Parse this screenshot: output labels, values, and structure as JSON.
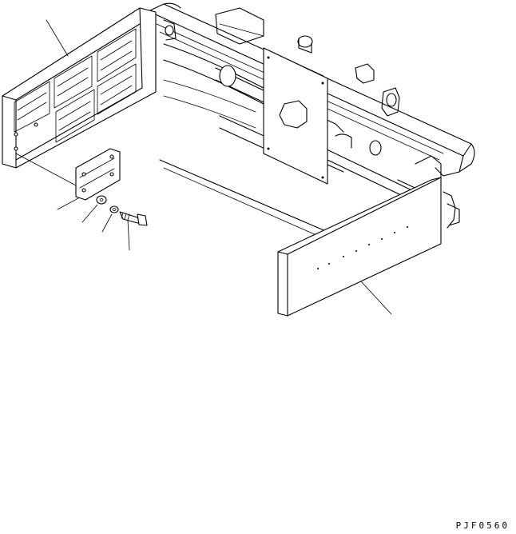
{
  "drawing_code": "PJF0560",
  "parts": [
    {
      "name": "left-arm-pad",
      "leader_icon": "leader-line"
    },
    {
      "name": "pad-plate",
      "leader_icon": "leader-line"
    },
    {
      "name": "washer",
      "leader_icon": "leader-line"
    },
    {
      "name": "lock-washer",
      "leader_icon": "leader-line"
    },
    {
      "name": "bolt",
      "leader_icon": "leader-line"
    },
    {
      "name": "right-arm-pad",
      "leader_icon": "leader-line"
    }
  ]
}
